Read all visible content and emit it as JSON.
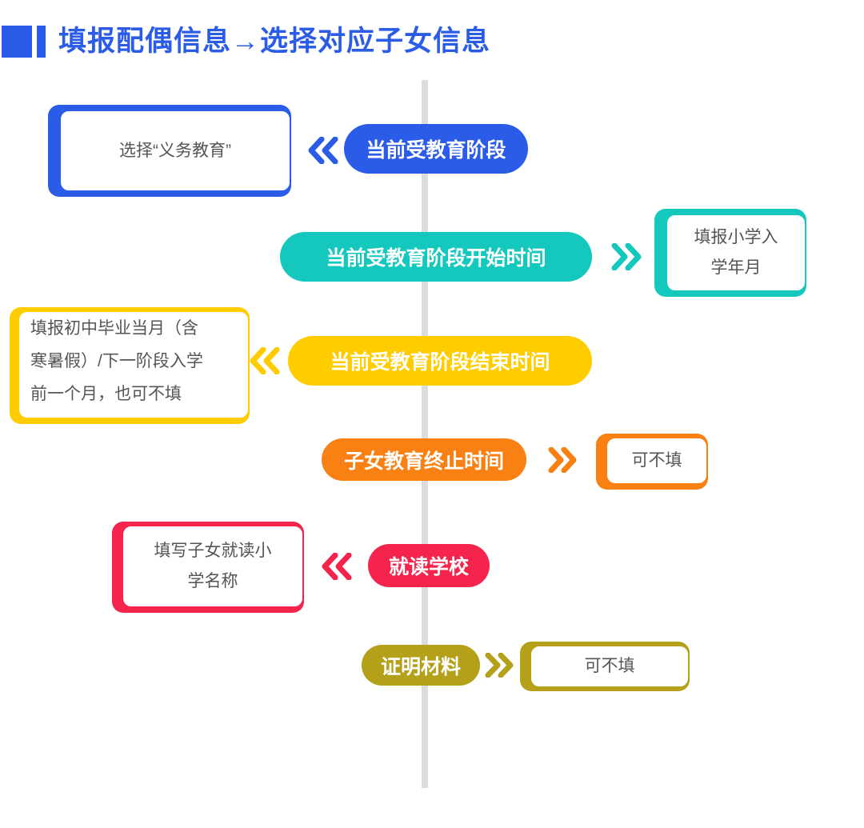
{
  "page": {
    "title": "填报配偶信息→选择对应子女信息",
    "title_color": "#2b5ce8",
    "background": "#ffffff",
    "spine_color": "#dcdcdc"
  },
  "icons": {
    "chevron_left": "chevron-double-left-icon",
    "chevron_right": "chevron-double-right-icon",
    "title_marker": "title-marker-icon"
  },
  "rows": [
    {
      "id": "current-education-stage",
      "color": "#2b5ce8",
      "pill_label": "当前受教育阶段",
      "note_lines": [
        "选择“义务教育”"
      ],
      "arrow": "chevron-double-left-icon",
      "arrow_direction": "left",
      "note_side": "left"
    },
    {
      "id": "stage-start-time",
      "color": "#14c8be",
      "pill_label": "当前受教育阶段开始时间",
      "note_lines": [
        "填报小学入",
        "学年月"
      ],
      "arrow": "chevron-double-right-icon",
      "arrow_direction": "right",
      "note_side": "right"
    },
    {
      "id": "stage-end-time",
      "color": "#ffcc00",
      "pill_label": "当前受教育阶段结束时间",
      "note_lines": [
        "填报初中毕业当月（含",
        "寒暑假）/下一阶段入学",
        "前一个月，也可不填"
      ],
      "arrow": "chevron-double-left-icon",
      "arrow_direction": "left",
      "note_side": "left"
    },
    {
      "id": "education-termination-time",
      "color": "#f98012",
      "pill_label": "子女教育终止时间",
      "note_lines": [
        "可不填"
      ],
      "arrow": "chevron-double-right-icon",
      "arrow_direction": "right",
      "note_side": "right"
    },
    {
      "id": "attending-school",
      "color": "#f5244c",
      "pill_label": "就读学校",
      "note_lines": [
        "填写子女就读小",
        "学名称"
      ],
      "arrow": "chevron-double-left-icon",
      "arrow_direction": "left",
      "note_side": "left"
    },
    {
      "id": "proof-materials",
      "color": "#b5a01a",
      "pill_label": "证明材料",
      "note_lines": [
        "可不填"
      ],
      "arrow": "chevron-double-right-icon",
      "arrow_direction": "right",
      "note_side": "right"
    }
  ]
}
